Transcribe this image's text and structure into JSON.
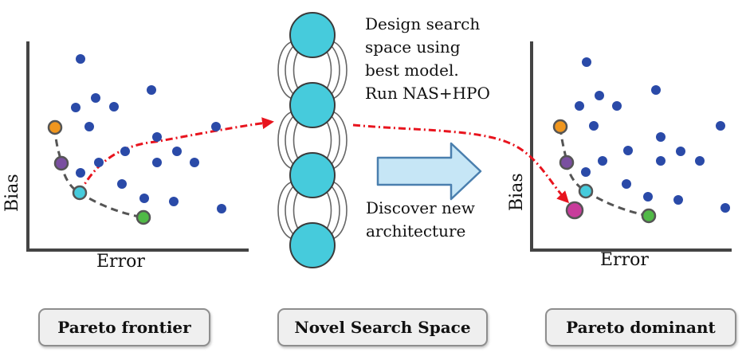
{
  "left_panel": {
    "xlabel": "Error",
    "ylabel": "Bias",
    "caption": "Pareto frontier"
  },
  "middle_panel": {
    "note_top": [
      "Design search",
      "space using",
      "best model.",
      "Run NAS+HPO"
    ],
    "note_bottom": [
      "Discover new",
      "architecture"
    ],
    "caption": "Novel Search Space"
  },
  "right_panel": {
    "xlabel": "Error",
    "ylabel": "Bias",
    "caption": "Pareto dominant"
  },
  "colors": {
    "dot": "#2a4aa8",
    "node": "#46cbdc",
    "node_border": "#3a3a3a",
    "arrow_red": "#e8141e",
    "frontier_orange": "#f0961e",
    "frontier_purple": "#7a4fa0",
    "frontier_cyan": "#46cbdc",
    "frontier_green": "#50b946",
    "dominant_magenta": "#c83c9b",
    "block_arrow": "#c6e6f6",
    "block_arrow_border": "#4a7fae"
  }
}
